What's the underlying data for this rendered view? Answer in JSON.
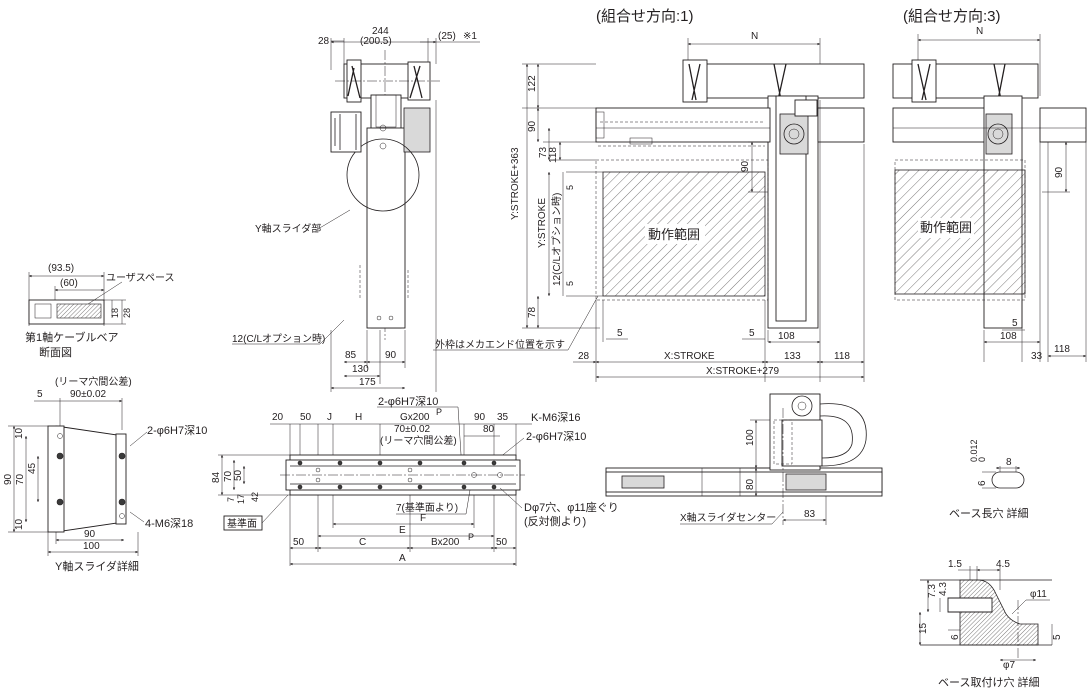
{
  "headings": {
    "dir1": "(組合せ方向:1)",
    "dir3": "(組合せ方向:3)"
  },
  "top_view": {
    "d244": "244",
    "d28": "28",
    "d200_5": "(200.5)",
    "d25": "(25)",
    "note1": "※1",
    "y_slider": "Y軸スライダ部",
    "cl12": "12(C/Lオプション時)",
    "d85": "85",
    "d90": "90",
    "d130": "130",
    "d175": "175"
  },
  "cable": {
    "d93_5": "(93.5)",
    "d60": "(60)",
    "user_space": "ユーザスペース",
    "d18": "18",
    "d28": "28",
    "title1": "第1軸ケーブルベア",
    "title2": "断面図"
  },
  "dir1_view": {
    "N": "N",
    "d122": "122",
    "d90": "90",
    "d73": "73",
    "d118": "118",
    "ystroke363": "Y:STROKE+363",
    "ystroke": "Y:STROKE",
    "cl12": "12(C/Lオプション時)",
    "d5a": "5",
    "d5b": "5",
    "d78": "78",
    "d90r": "90",
    "range": "動作範囲",
    "frame_note": "外枠はメカエンド位置を示す",
    "d5c": "5",
    "d5d": "5",
    "d28": "28",
    "d108": "108",
    "xstroke": "X:STROKE",
    "d133": "133",
    "xstroke279": "X:STROKE+279"
  },
  "dir3_view": {
    "N": "N",
    "d90": "90",
    "range": "動作範囲",
    "d5": "5",
    "d108": "108",
    "d33": "33",
    "d118": "118"
  },
  "y_detail": {
    "d5": "5",
    "ream": "(リーマ穴間公差)",
    "d90_02": "90±0.02",
    "h6h7": "2-φ6H7深10",
    "d10a": "10",
    "d45": "45",
    "d90": "90",
    "d70": "70",
    "d10b": "10",
    "m6": "4-M6深18",
    "d90b": "90",
    "d100": "100",
    "title": "Y軸スライダ詳細"
  },
  "base_view": {
    "h6h7_top": "2-φ6H7深10",
    "d20": "20",
    "d50": "50",
    "J": "J",
    "H": "H",
    "G": "Gx200",
    "P1": "P",
    "d90": "90",
    "d35": "35",
    "km6": "K-M6深16",
    "d70_02": "70±0.02",
    "ream": "(リーマ穴間公差)",
    "d80": "80",
    "h6h7_right": "2-φ6H7深10",
    "d84": "84",
    "d70": "70",
    "d50v": "50",
    "d7": "7",
    "d17": "17",
    "d42": "42",
    "ref_face": "基準面",
    "ref7": "7(基準面より)",
    "F": "F",
    "E": "E",
    "d50l": "50",
    "C": "C",
    "B": "Bx200",
    "P2": "P",
    "d50r": "50",
    "A": "A",
    "d_hole": "Dφ7穴、φ11座ぐり",
    "opp_side": "(反対側より)"
  },
  "side_view": {
    "d100": "100",
    "d80": "80",
    "d83": "83",
    "x_center": "X軸スライダセンター"
  },
  "slot_detail": {
    "d6": "6",
    "tol_hi": "0.012",
    "tol_lo": "0",
    "d8": "8",
    "title": "ベース長穴 詳細"
  },
  "mount_detail": {
    "d1_5": "1.5",
    "d4_5": "4.5",
    "d7_3": "7.3",
    "d4_3": "4.3",
    "d11": "φ11",
    "d15": "15",
    "d6": "6",
    "d5": "5",
    "d7": "φ7",
    "title": "ベース取付け穴 詳細"
  }
}
